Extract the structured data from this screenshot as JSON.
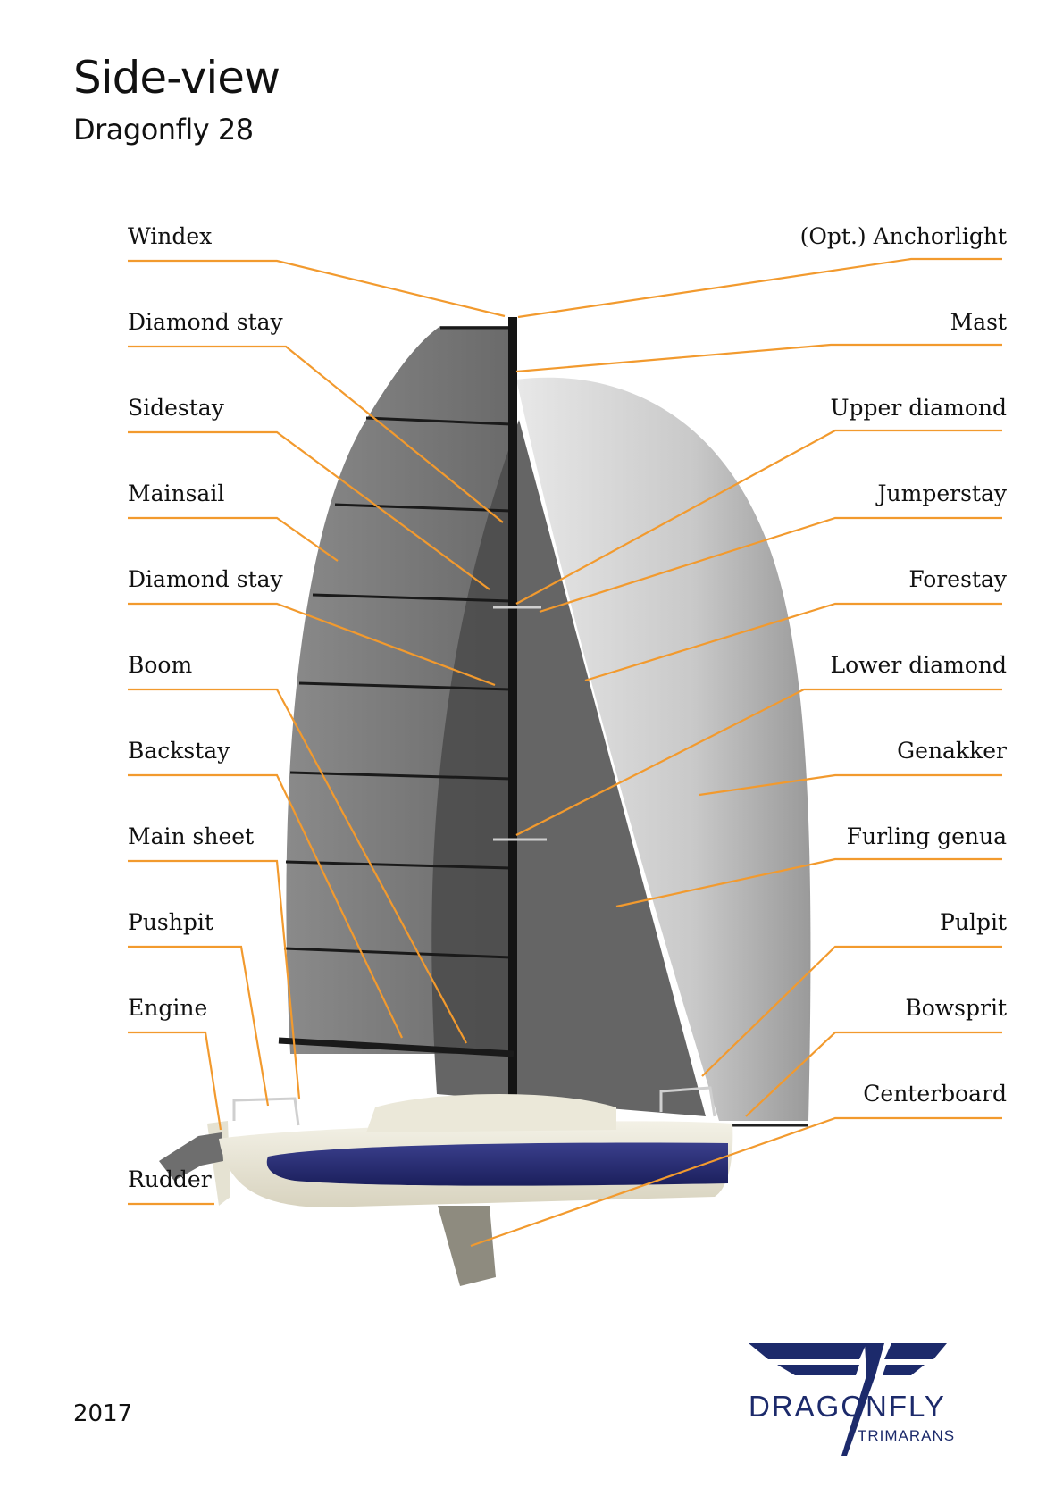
{
  "header": {
    "title": "Side-view",
    "subtitle": "Dragonfly 28"
  },
  "footer": {
    "year": "2017"
  },
  "brand": {
    "name": "DRAGONFLY",
    "tagline": "TRIMARANS",
    "color": "#1c2a6b"
  },
  "colors": {
    "leader": "#f29a2e",
    "hull_stripe": "#2a2f78",
    "mainsail": "#6e6e6e",
    "genakker": "#cfcfcf"
  },
  "labels_left": [
    {
      "id": "windex",
      "text": "Windex"
    },
    {
      "id": "diamond-stay-upper",
      "text": "Diamond stay"
    },
    {
      "id": "sidestay",
      "text": "Sidestay"
    },
    {
      "id": "mainsail",
      "text": "Mainsail"
    },
    {
      "id": "diamond-stay-lower",
      "text": "Diamond stay"
    },
    {
      "id": "boom",
      "text": "Boom"
    },
    {
      "id": "backstay",
      "text": "Backstay"
    },
    {
      "id": "main-sheet",
      "text": "Main sheet"
    },
    {
      "id": "pushpit",
      "text": "Pushpit"
    },
    {
      "id": "engine",
      "text": "Engine"
    },
    {
      "id": "rudder",
      "text": "Rudder"
    }
  ],
  "labels_right": [
    {
      "id": "anchorlight",
      "text": "(Opt.) Anchorlight"
    },
    {
      "id": "mast",
      "text": "Mast"
    },
    {
      "id": "upper-diamond",
      "text": "Upper diamond"
    },
    {
      "id": "jumperstay",
      "text": "Jumperstay"
    },
    {
      "id": "forestay",
      "text": "Forestay"
    },
    {
      "id": "lower-diamond",
      "text": "Lower diamond"
    },
    {
      "id": "genakker",
      "text": "Genakker"
    },
    {
      "id": "furling-genua",
      "text": "Furling genua"
    },
    {
      "id": "pulpit",
      "text": "Pulpit"
    },
    {
      "id": "bowsprit",
      "text": "Bowsprit"
    },
    {
      "id": "centerboard",
      "text": "Centerboard"
    }
  ]
}
